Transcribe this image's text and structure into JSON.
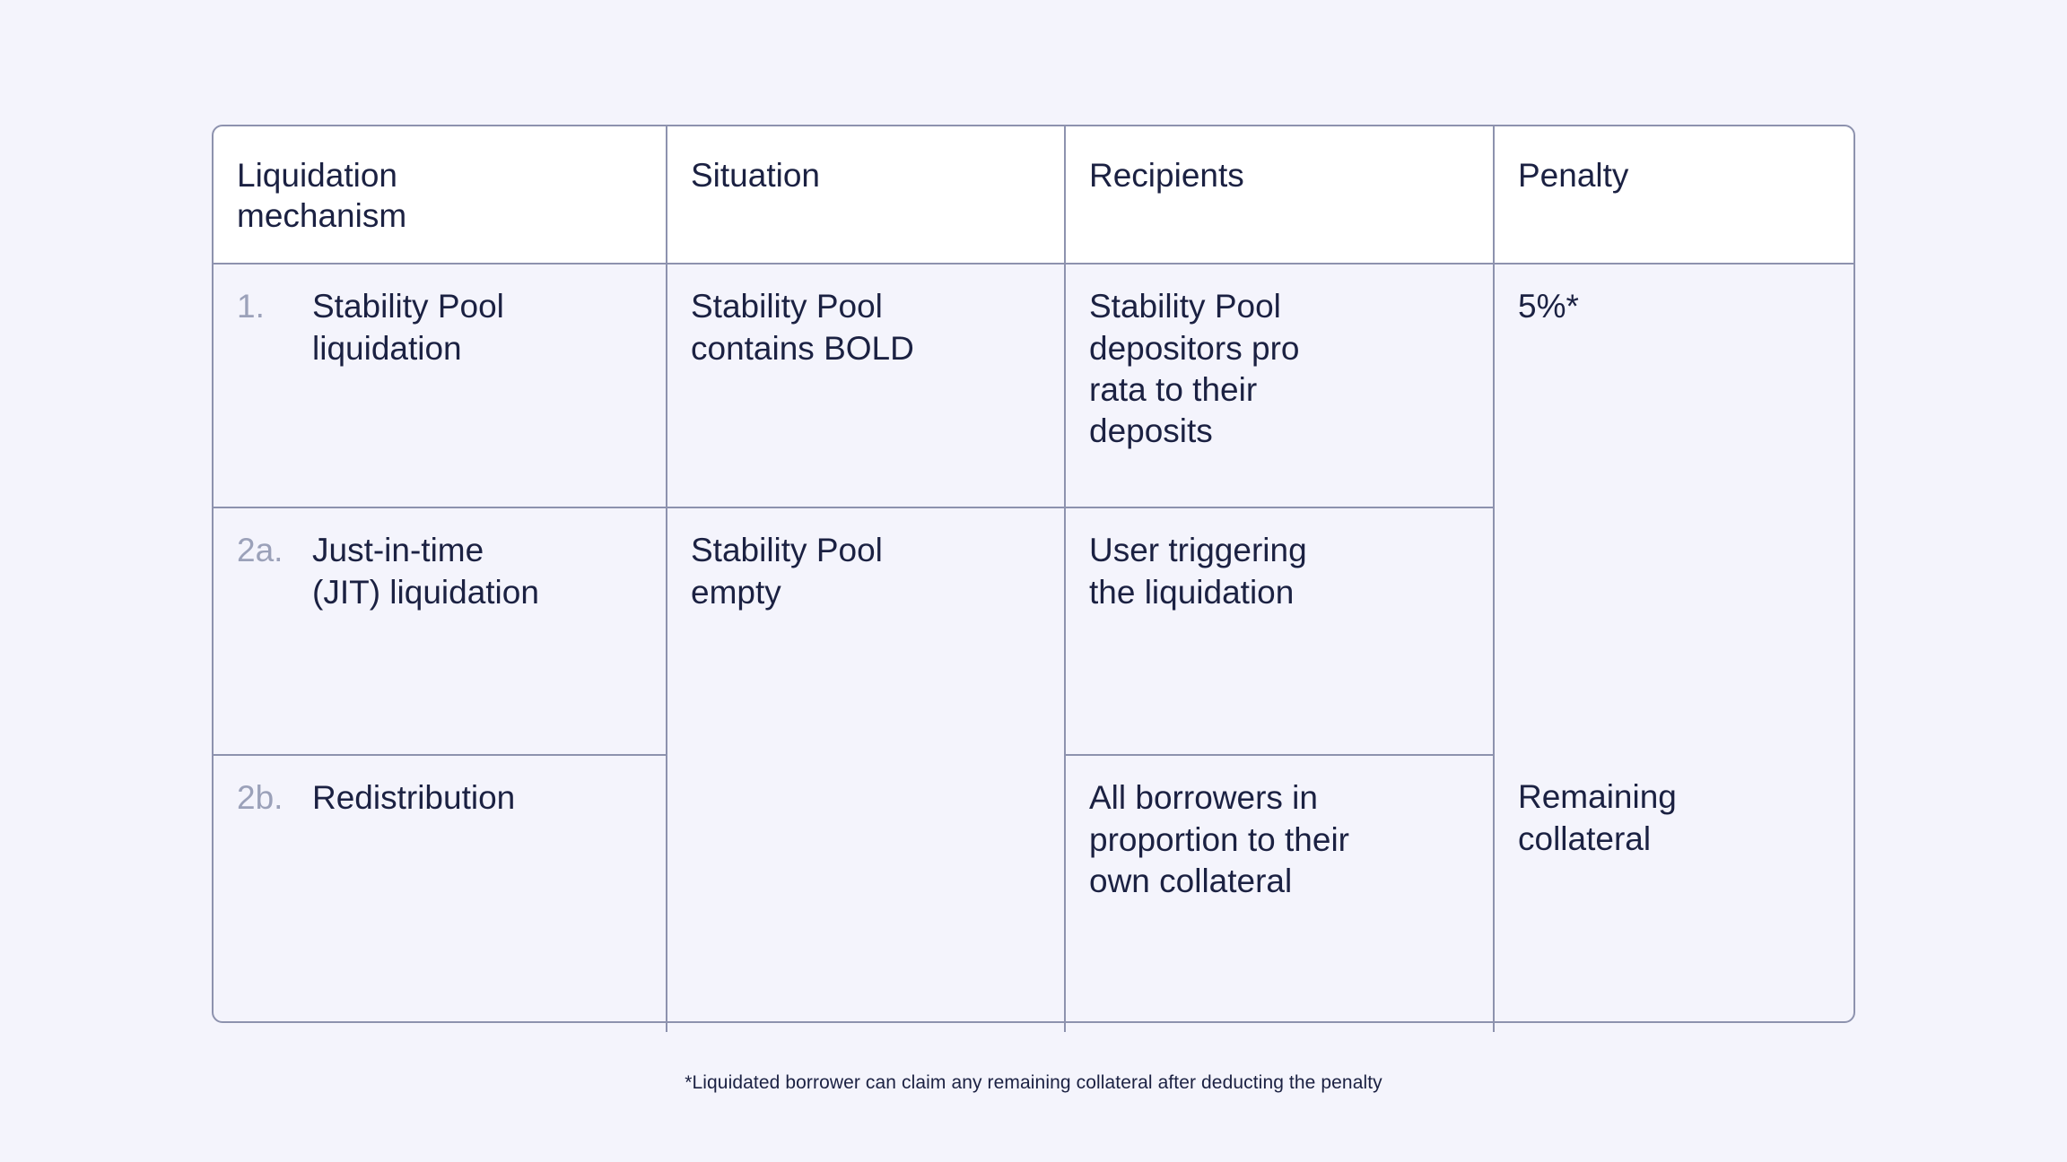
{
  "palette": {
    "page_background": "#f4f4fc",
    "header_cell_background": "#ffffff",
    "body_cell_background": "#f4f4fc",
    "border": "#8d92ae",
    "text": "#1b2142",
    "marker_text": "#9ba1b9"
  },
  "table": {
    "headers": [
      {
        "label": "Liquidation\nmechanism"
      },
      {
        "label": "Situation"
      },
      {
        "label": "Recipients"
      },
      {
        "label": "Penalty"
      }
    ],
    "rows": [
      {
        "marker": "1.",
        "mechanism": "Stability Pool\nliquidation",
        "situation": "Stability Pool\ncontains BOLD",
        "recipients": "Stability Pool\ndepositors pro\nrata to their\ndeposits",
        "penalty": "5%*"
      },
      {
        "marker": "2a.",
        "mechanism": "Just-in-time\n(JIT) liquidation",
        "situation": "Stability Pool\nempty",
        "recipients": "User triggering\nthe liquidation",
        "penalty": ""
      },
      {
        "marker": "2b.",
        "mechanism": "Redistribution",
        "situation": "",
        "recipients": "All borrowers in\nproportion to their\nown collateral",
        "penalty": "Remaining\ncollateral"
      }
    ]
  },
  "footnote": {
    "text": "*Liquidated borrower can claim any remaining collateral after deducting the penalty"
  }
}
